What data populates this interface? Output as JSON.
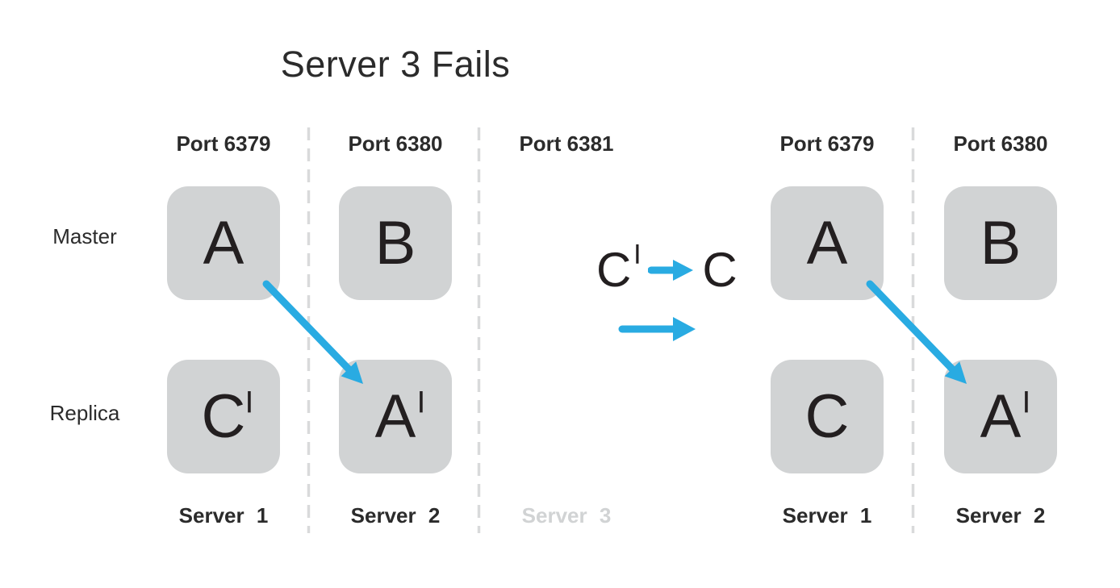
{
  "title": "Server 3 Fails",
  "row_labels": {
    "master": "Master",
    "replica": "Replica"
  },
  "promotion": {
    "from_letter": "C",
    "from_prime": "|",
    "to_letter": "C"
  },
  "groups": {
    "left": {
      "columns": [
        {
          "port": "Port 6379",
          "server": "Server 1",
          "master_letter": "A",
          "master_prime": "",
          "replica_letter": "C",
          "replica_prime": "|"
        },
        {
          "port": "Port 6380",
          "server": "Server 2",
          "master_letter": "B",
          "master_prime": "",
          "replica_letter": "A",
          "replica_prime": "|"
        },
        {
          "port": "Port 6381",
          "server": "Server 3"
        }
      ]
    },
    "right": {
      "columns": [
        {
          "port": "Port 6379",
          "server": "Server 1",
          "master_letter": "A",
          "master_prime": "",
          "replica_letter": "C",
          "replica_prime": ""
        },
        {
          "port": "Port 6380",
          "server": "Server 2",
          "master_letter": "B",
          "master_prime": "",
          "replica_letter": "A",
          "replica_prime": "|"
        }
      ]
    }
  },
  "colors": {
    "accent_blue": "#29ABE2",
    "node_fill": "#D1D3D4",
    "text_dark": "#2B2B2B",
    "letter_dark": "#231F20",
    "muted_label": "#D1D3D4",
    "separator_gray": "#D9DADB",
    "background": "#FFFFFF"
  }
}
